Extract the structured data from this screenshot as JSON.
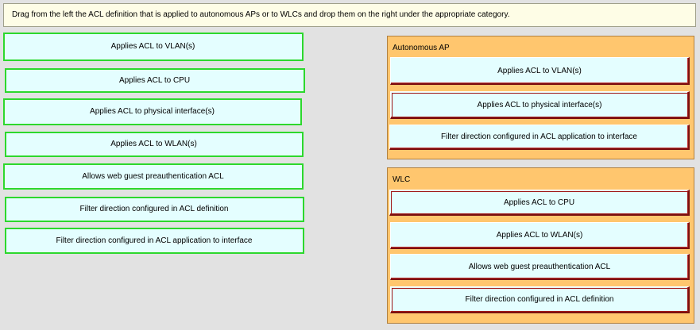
{
  "instruction": "Drag from the left the ACL definition that is applied to autonomous APs or to WLCs and drop them on the right under the appropriate category.",
  "source_items": [
    "Applies ACL to VLAN(s)",
    "Applies ACL to CPU",
    "Applies ACL to physical interface(s)",
    "Applies ACL to WLAN(s)",
    "Allows web guest preauthentication ACL",
    "Filter direction configured in ACL definition",
    "Filter direction configured in ACL application to interface"
  ],
  "categories": [
    {
      "title": "Autonomous AP",
      "items": [
        "Applies ACL to VLAN(s)",
        "Applies ACL to physical interface(s)",
        "Filter direction configured in ACL application to interface"
      ]
    },
    {
      "title": "WLC",
      "items": [
        "Applies ACL to CPU",
        "Applies ACL to WLAN(s)",
        "Allows web guest preauthentication ACL",
        "Filter direction configured in ACL definition"
      ]
    }
  ],
  "colors": {
    "background": "#e2e2e2",
    "instruction_bg": "#fefde6",
    "item_bg": "#e4feff",
    "source_outline": "#2dd82d",
    "category_bg": "#ffc66e",
    "target_border": "#7a1010"
  }
}
